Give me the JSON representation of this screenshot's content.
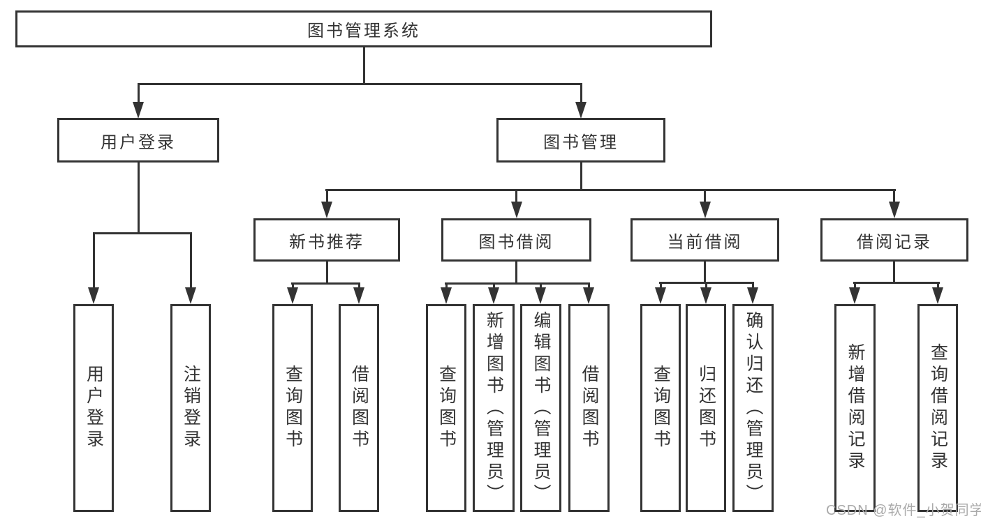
{
  "diagram": {
    "title": "图书管理系统",
    "root": {
      "label": "图书管理系统"
    },
    "branches": [
      {
        "label": "用户登录",
        "children": [
          {
            "label": "用户登录"
          },
          {
            "label": "注销登录"
          }
        ]
      },
      {
        "label": "图书管理",
        "children": [
          {
            "label": "新书推荐",
            "children": [
              {
                "label": "查询图书"
              },
              {
                "label": "借阅图书"
              }
            ]
          },
          {
            "label": "图书借阅",
            "children": [
              {
                "label": "查询图书"
              },
              {
                "label": "新增图书（管理员）"
              },
              {
                "label": "编辑图书（管理员）"
              },
              {
                "label": "借阅图书"
              }
            ]
          },
          {
            "label": "当前借阅",
            "children": [
              {
                "label": "查询图书"
              },
              {
                "label": "归还图书"
              },
              {
                "label": "确认归还（管理员）"
              }
            ]
          },
          {
            "label": "借阅记录",
            "children": [
              {
                "label": "新增借阅记录"
              },
              {
                "label": "查询借阅记录"
              }
            ]
          }
        ]
      }
    ]
  },
  "watermark": {
    "text": "CSDN @软件_小贺同学"
  },
  "colors": {
    "line": "#333333",
    "text": "#333333",
    "box_background": "#ffffff",
    "watermark": "#aaaaaa",
    "background": "#ffffff"
  }
}
